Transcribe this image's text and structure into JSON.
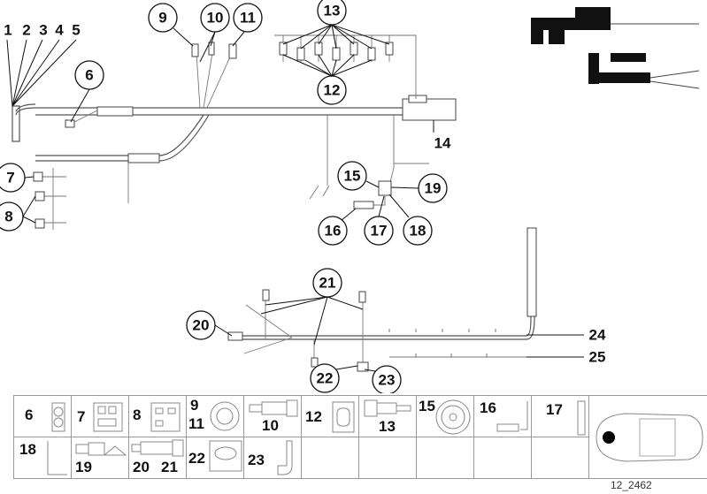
{
  "diagram_id": "12_2462",
  "callouts": [
    "1",
    "2",
    "3",
    "4",
    "5",
    "6",
    "7",
    "8",
    "9",
    "10",
    "11",
    "12",
    "13",
    "14",
    "15",
    "16",
    "17",
    "18",
    "19",
    "20",
    "21",
    "22",
    "23",
    "24",
    "25"
  ],
  "legend": {
    "row1": [
      [
        "6"
      ],
      [
        "7"
      ],
      [
        "8"
      ],
      [
        "9",
        "11"
      ],
      [
        "10"
      ],
      [
        "12"
      ],
      [
        "13"
      ],
      [
        "15"
      ],
      [
        "16"
      ],
      [
        "17"
      ]
    ],
    "row2": [
      [
        "18"
      ],
      [
        "19"
      ],
      [
        "20",
        "21"
      ],
      [
        "22"
      ],
      [
        "23"
      ]
    ]
  }
}
